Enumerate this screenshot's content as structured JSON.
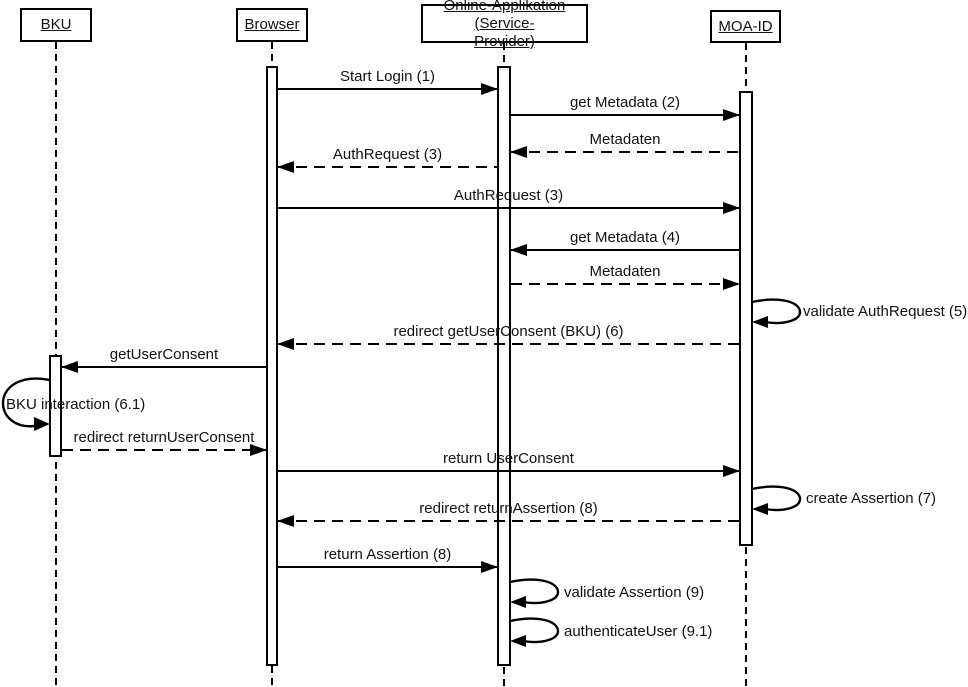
{
  "diagram": {
    "type": "uml-sequence-diagram",
    "background_color": "#ffffff",
    "line_color": "#000000",
    "actors": [
      {
        "label": "BKU",
        "lines": [
          "BKU"
        ]
      },
      {
        "label": "Browser",
        "lines": [
          "Browser"
        ]
      },
      {
        "label": "Online-Applikation (Service-Provider)",
        "lines": [
          "Online-Applikation (Service-",
          "Provider)"
        ]
      },
      {
        "label": "MOA-ID",
        "lines": [
          "MOA-ID"
        ]
      }
    ],
    "messages": [
      {
        "label": "Start Login (1)",
        "from": "Browser",
        "to": "Online-Applikation (Service-Provider)",
        "style": "solid"
      },
      {
        "label": "get Metadata (2)",
        "from": "Online-Applikation (Service-Provider)",
        "to": "MOA-ID",
        "style": "solid"
      },
      {
        "label": "Metadaten",
        "from": "MOA-ID",
        "to": "Online-Applikation (Service-Provider)",
        "style": "dashed"
      },
      {
        "label": "AuthRequest (3)",
        "from": "Online-Applikation (Service-Provider)",
        "to": "Browser",
        "style": "dashed"
      },
      {
        "label": "AuthRequest (3)",
        "from": "Browser",
        "to": "MOA-ID",
        "style": "solid"
      },
      {
        "label": "get Metadata (4)",
        "from": "MOA-ID",
        "to": "Online-Applikation (Service-Provider)",
        "style": "solid"
      },
      {
        "label": "Metadaten",
        "from": "Online-Applikation (Service-Provider)",
        "to": "MOA-ID",
        "style": "dashed"
      },
      {
        "label": "validate AuthRequest (5)",
        "from": "MOA-ID",
        "to": "MOA-ID",
        "style": "self"
      },
      {
        "label": "redirect getUserConsent (BKU) (6)",
        "from": "MOA-ID",
        "to": "Browser",
        "style": "dashed"
      },
      {
        "label": "getUserConsent",
        "from": "Browser",
        "to": "BKU",
        "style": "solid"
      },
      {
        "label": "BKU interaction (6.1)",
        "from": "BKU",
        "to": "BKU",
        "style": "self"
      },
      {
        "label": "redirect returnUserConsent",
        "from": "BKU",
        "to": "Browser",
        "style": "dashed"
      },
      {
        "label": "return UserConsent",
        "from": "Browser",
        "to": "MOA-ID",
        "style": "solid"
      },
      {
        "label": "create Assertion (7)",
        "from": "MOA-ID",
        "to": "MOA-ID",
        "style": "self"
      },
      {
        "label": "redirect returnAssertion (8)",
        "from": "MOA-ID",
        "to": "Browser",
        "style": "dashed"
      },
      {
        "label": "return Assertion (8)",
        "from": "Browser",
        "to": "Online-Applikation (Service-Provider)",
        "style": "solid"
      },
      {
        "label": "validate Assertion (9)",
        "from": "Online-Applikation (Service-Provider)",
        "to": "Online-Applikation (Service-Provider)",
        "style": "self"
      },
      {
        "label": "authenticateUser (9.1)",
        "from": "Online-Applikation (Service-Provider)",
        "to": "Online-Applikation (Service-Provider)",
        "style": "self"
      }
    ]
  }
}
